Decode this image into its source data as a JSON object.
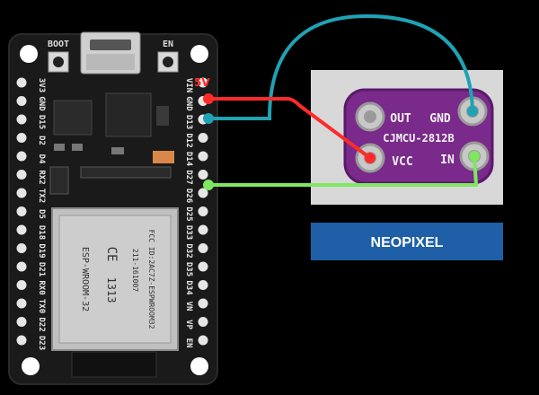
{
  "board": {
    "buttons": {
      "boot": "BOOT",
      "en": "EN"
    },
    "left_pins": [
      "3V3",
      "GND",
      "D15",
      "D2",
      "D4",
      "RX2",
      "TX2",
      "D5",
      "D18",
      "D19",
      "D21",
      "RX0",
      "TX0",
      "D22",
      "D23"
    ],
    "right_pins": [
      "VIN",
      "GND",
      "D13",
      "D12",
      "D14",
      "D27",
      "D26",
      "D25",
      "D33",
      "D32",
      "D35",
      "D34",
      "VN",
      "VP",
      "EN"
    ],
    "module": {
      "line1": "FCC ID:2AC7Z-ESPWROOM32",
      "line2": "211-161007",
      "line3": "ESP-WROOM-32",
      "ce": "CE",
      "ce_num": "1313"
    }
  },
  "wires": {
    "power_label": "5V",
    "colors": {
      "power": "#ff2a2a",
      "ground": "#1fa3b4",
      "data": "#7ee860"
    }
  },
  "neopixel": {
    "pins": {
      "out": "OUT",
      "gnd": "GND",
      "vcc": "VCC",
      "in": "IN"
    },
    "model": "CJMCU-2812B",
    "board_color": "#7a2a8a",
    "banner_label": "NEOPIXEL",
    "banner_color": "#1e5fa8"
  }
}
